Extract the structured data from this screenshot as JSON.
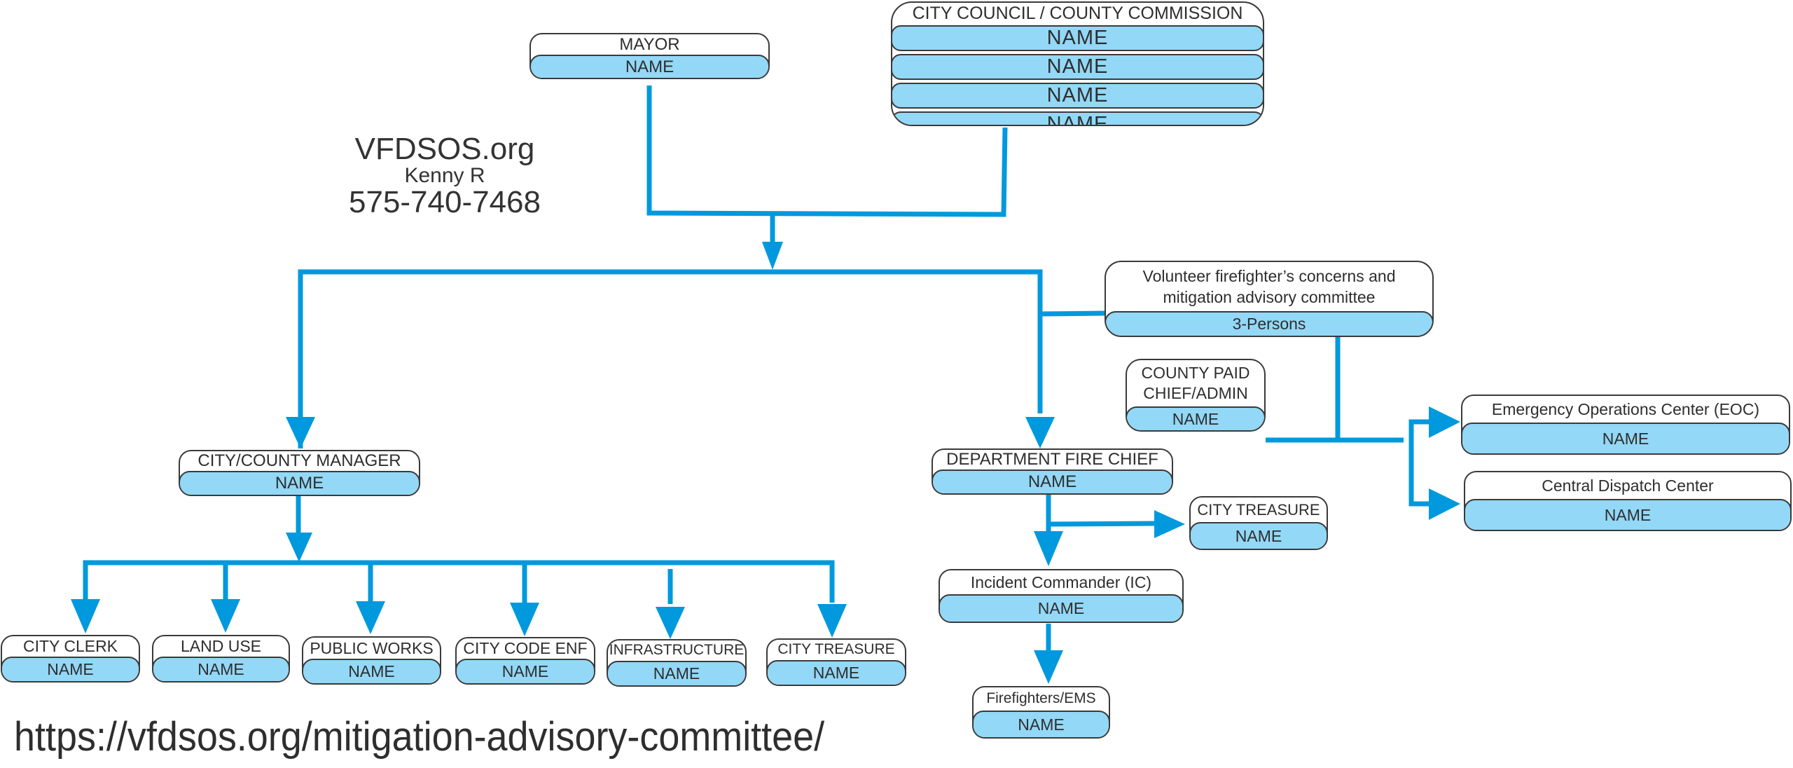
{
  "colors": {
    "connector": "#0099dd",
    "name_fill": "#93d8f6",
    "border": "#3a3a3a"
  },
  "contact": {
    "site": "VFDSOS.org",
    "person": "Kenny R",
    "phone": "575-740-7468"
  },
  "url": "https://vfdsos.org/mitigation-advisory-committee/",
  "mayor": {
    "title": "MAYOR",
    "name": "NAME"
  },
  "council": {
    "title": "CITY COUNCIL / COUNTY COMMISSION",
    "members": [
      "NAME",
      "NAME",
      "NAME",
      "NAME"
    ]
  },
  "manager": {
    "title": "CITY/COUNTY MANAGER",
    "name": "NAME"
  },
  "departments": [
    {
      "title": "CITY CLERK",
      "name": "NAME"
    },
    {
      "title": "LAND USE",
      "name": "NAME"
    },
    {
      "title": "PUBLIC WORKS",
      "name": "NAME"
    },
    {
      "title": "CITY CODE ENF",
      "name": "NAME"
    },
    {
      "title": "INFRASTRUCTURE",
      "name": "NAME"
    },
    {
      "title": "CITY TREASURE",
      "name": "NAME"
    }
  ],
  "committee": {
    "title_line1": "Volunteer firefighter’s concerns and",
    "title_line2": "mitigation advisory committee",
    "name": "3-Persons"
  },
  "county_chief": {
    "title_line1": "COUNTY PAID",
    "title_line2": "CHIEF/ADMIN",
    "name": "NAME"
  },
  "eoc": {
    "title": "Emergency Operations Center (EOC)",
    "name": "NAME"
  },
  "dispatch": {
    "title": "Central Dispatch Center",
    "name": "NAME"
  },
  "fire_chief": {
    "title": "DEPARTMENT FIRE CHIEF",
    "name": "NAME"
  },
  "fire_treasure": {
    "title": "CITY TREASURE",
    "name": "NAME"
  },
  "incident_commander": {
    "title": "Incident Commander (IC)",
    "name": "NAME"
  },
  "firefighters": {
    "title": "Firefighters/EMS",
    "name": "NAME"
  }
}
